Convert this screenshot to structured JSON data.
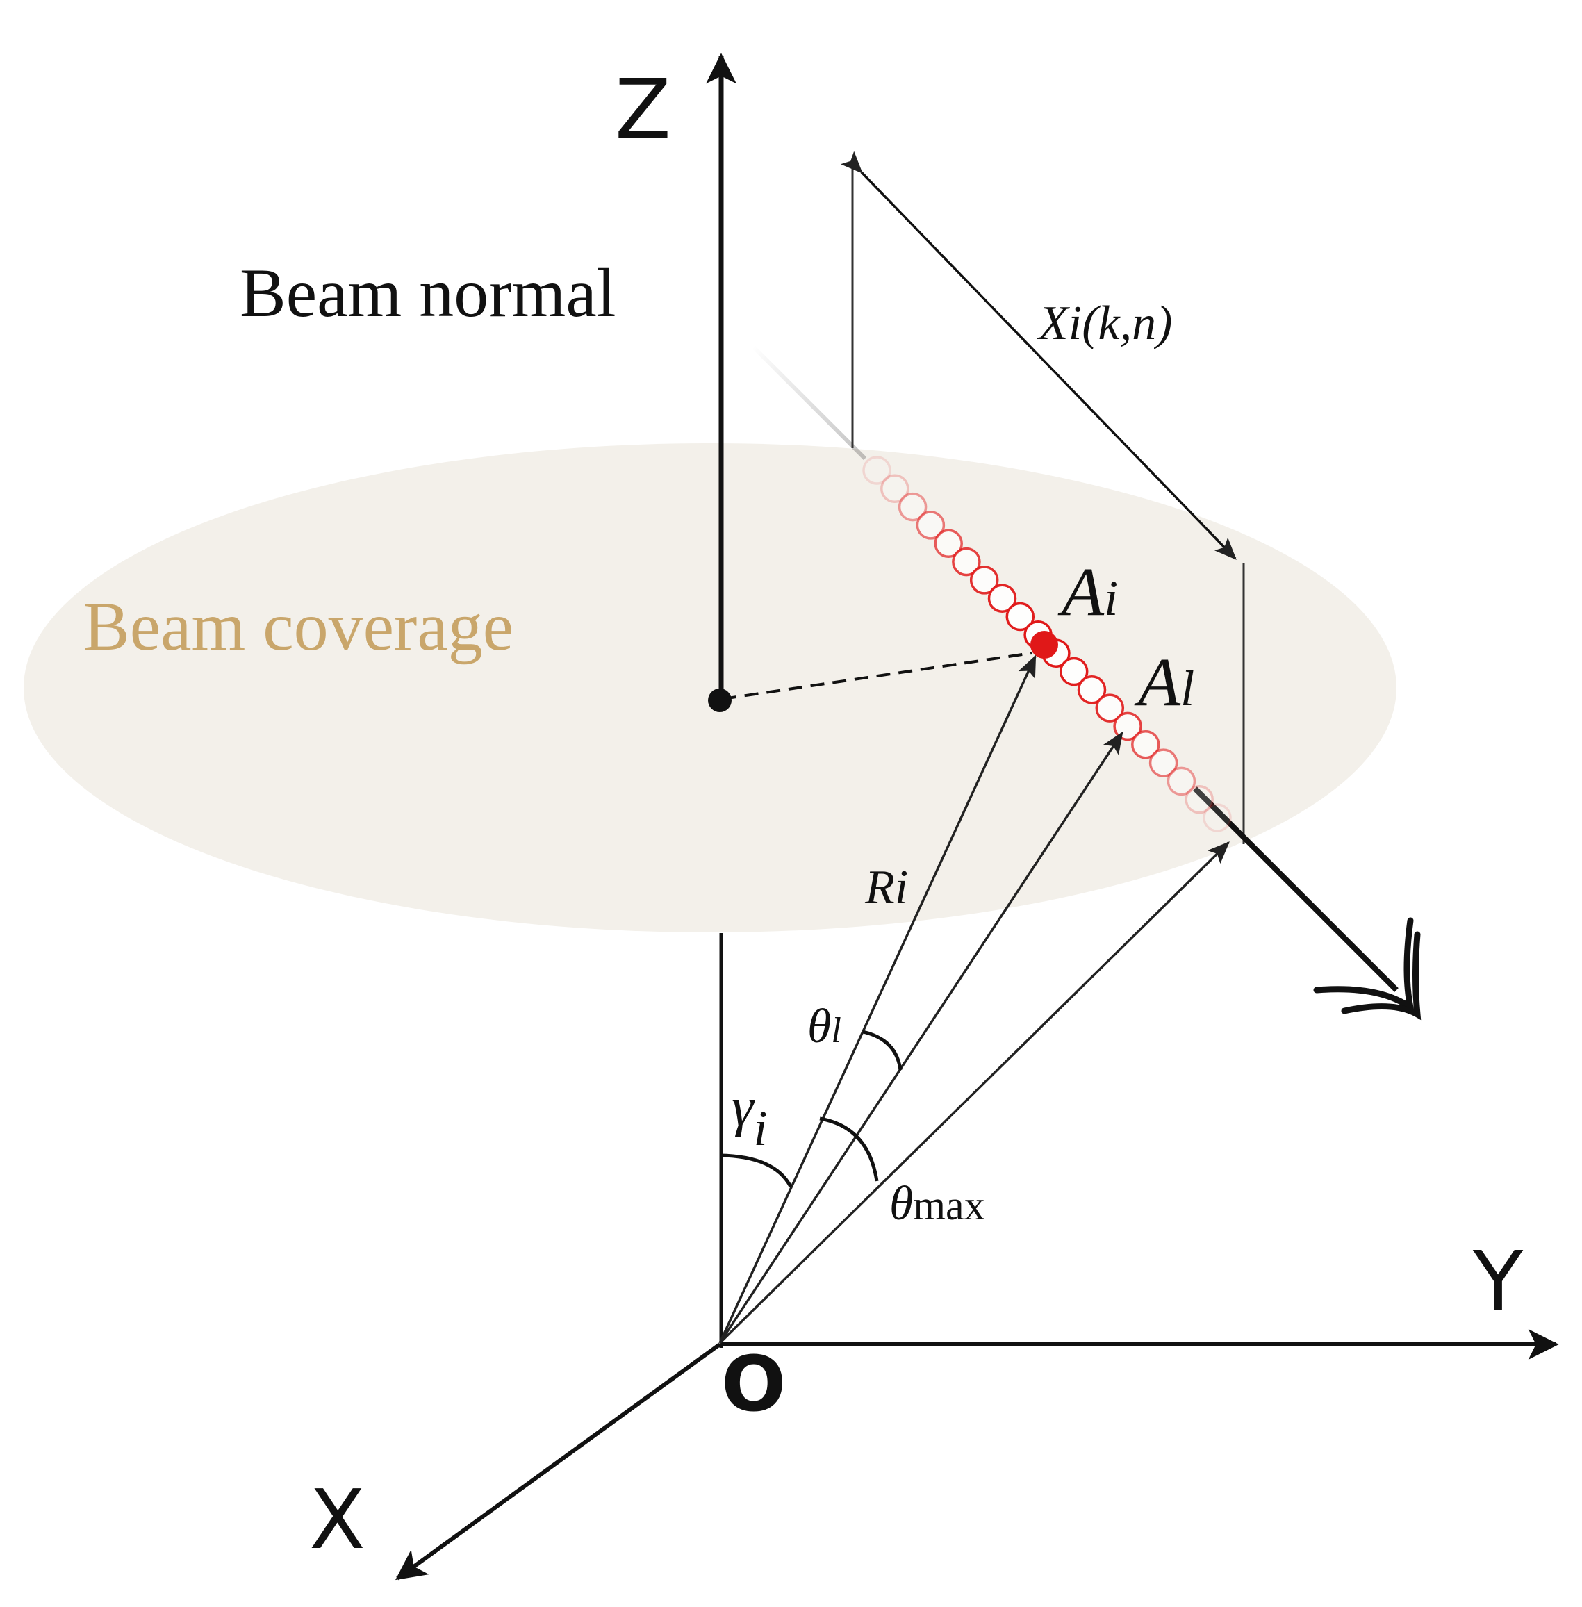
{
  "axes": {
    "z_label": "Z",
    "y_label": "Y",
    "x_label": "X",
    "origin_label": "O"
  },
  "labels": {
    "beam_normal": "Beam normal",
    "beam_coverage": "Beam coverage",
    "xi_main": "Xi",
    "xi_args": "(k,n)",
    "ai_main": "A",
    "ai_sub": "i",
    "al_main": "A",
    "al_sub": "l",
    "ri_main": "R",
    "ri_sub": "i",
    "theta_l_main": "θ",
    "theta_l_sub": "l",
    "gamma_main": "γ",
    "gamma_sub": "i",
    "theta_max_main": "θ",
    "theta_max_sub": "max"
  },
  "colors": {
    "coverage_fill": "#f3f0ea",
    "coverage_text": "#c9a66b",
    "target_red": "#e01818",
    "ink": "#111111"
  }
}
